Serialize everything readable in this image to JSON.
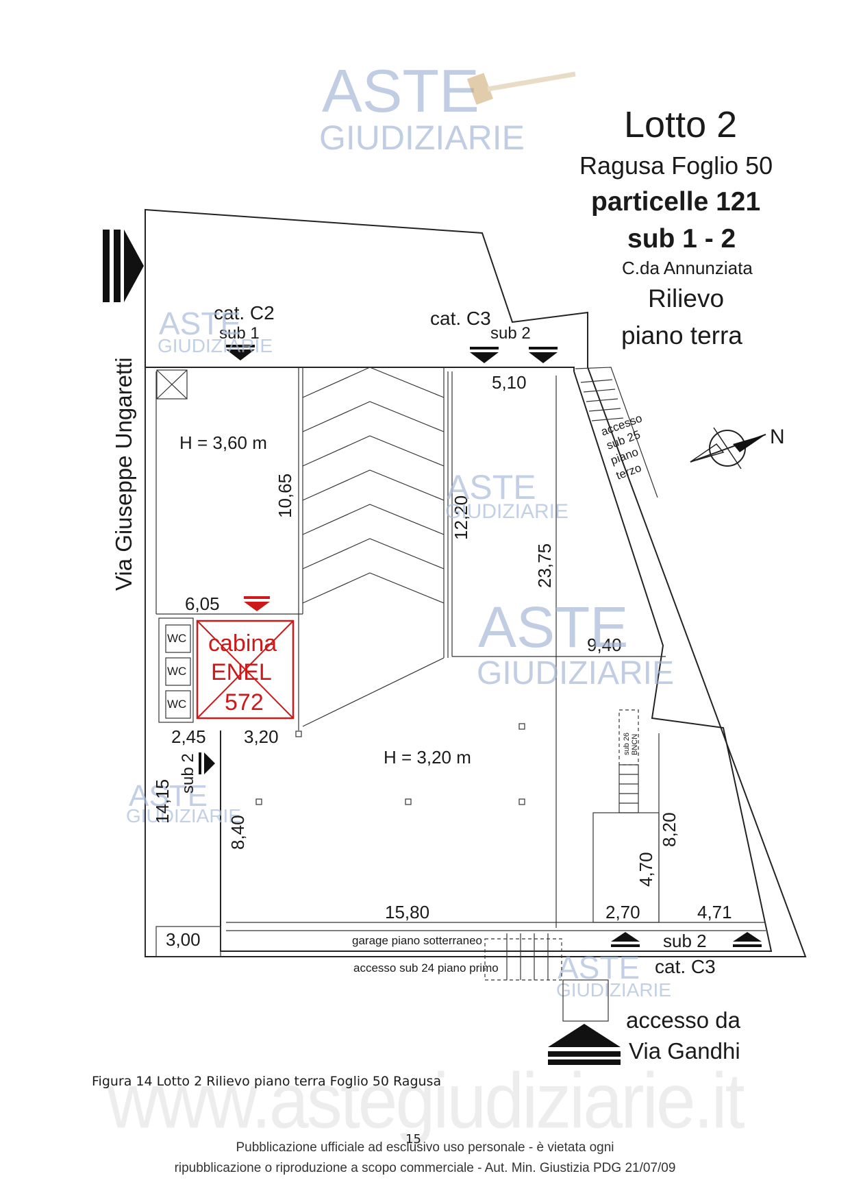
{
  "header": {
    "title": "Lotto 2",
    "line1": "Ragusa Foglio 50",
    "line2": "particelle 121",
    "line3": "sub 1 - 2",
    "line4": "C.da Annunziata",
    "line5": "Rilievo",
    "line6": "piano terra"
  },
  "watermark": {
    "brand_top": "ASTE",
    "brand_bottom": "GIUDIZIARIE",
    "site": "www.astegiudiziarie.it"
  },
  "street": {
    "west": "Via Giuseppe Ungaretti",
    "access_line1": "accesso da",
    "access_line2": "Via Gandhi"
  },
  "compass": {
    "north": "N"
  },
  "units": {
    "c2_cat": "cat. C2",
    "c2_sub": "sub 1",
    "c3_cat_top": "cat. C3",
    "c3_sub_top": "sub 2",
    "c3_sub_bottom": "sub 2",
    "c3_cat_bottom": "cat. C3",
    "sub2_left": "sub 2",
    "stair_access": [
      "accesso",
      "sub 25",
      "piano",
      "terzo"
    ],
    "cabina": [
      "cabina",
      "ENEL",
      "572"
    ],
    "wc": [
      "WC",
      "WC",
      "WC"
    ],
    "sub26": [
      "sub 26",
      "BNCN"
    ],
    "garage": "garage piano sotterraneo",
    "access_sub24": "accesso sub 24 piano primo"
  },
  "heights": {
    "h1": "H = 3,60 m",
    "h2": "H = 3,20 m"
  },
  "dimensions": {
    "d_510": "5,10",
    "d_1065": "10,65",
    "d_1220": "12,20",
    "d_2375": "23,75",
    "d_605": "6,05",
    "d_940": "9,40",
    "d_245": "2,45",
    "d_320": "3,20",
    "d_1415": "14,15",
    "d_840": "8,40",
    "d_820": "8,20",
    "d_470": "4,70",
    "d_1580": "15,80",
    "d_270": "2,70",
    "d_471": "4,71",
    "d_300": "3,00"
  },
  "caption": "Figura 14 Lotto 2 Rilievo piano terra Foglio 50 Ragusa",
  "page_number": "15",
  "footer": {
    "line1": "Pubblicazione ufficiale ad esclusivo uso personale - è vietata ogni",
    "line2": "ripubblicazione o riproduzione a scopo commerciale - Aut. Min. Giustizia PDG 21/07/09"
  }
}
